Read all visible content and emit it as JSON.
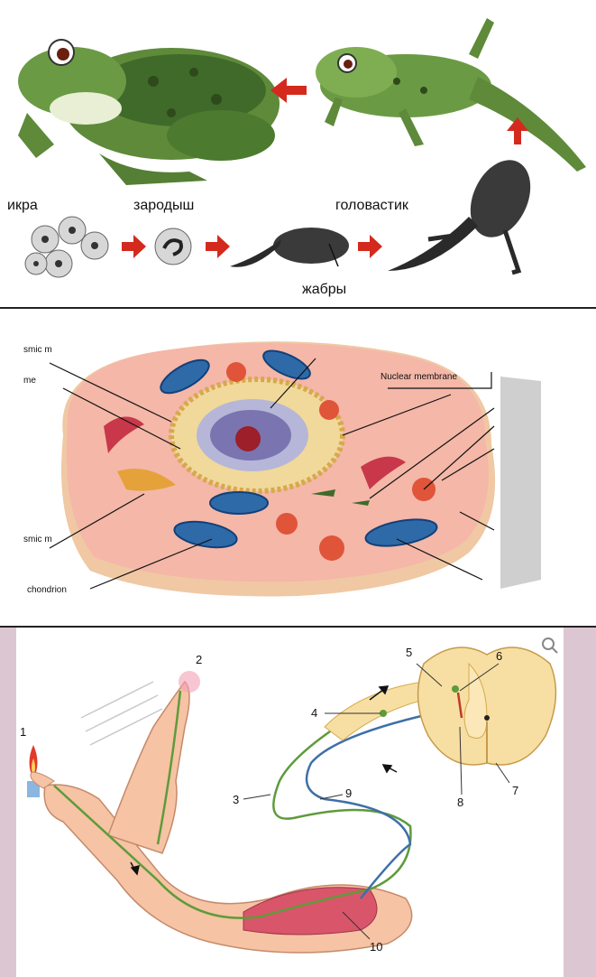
{
  "frog_panel": {
    "labels": {
      "eggs": "икра",
      "embryo": "зародыш",
      "tadpole": "головастик",
      "gills": "жабры"
    }
  },
  "cell_panel": {
    "labels": {
      "nuclear_membrane": "Nuclear membrane",
      "smooth_er_top": "smic m",
      "me_fragment": "me",
      "rough_er_bottom": "smic m",
      "mitochondrion": "chondrion"
    }
  },
  "reflex_panel": {
    "numbers": [
      "1",
      "2",
      "3",
      "4",
      "5",
      "6",
      "7",
      "8",
      "9",
      "10"
    ]
  },
  "colors": {
    "arrow_red": "#d42a1e",
    "frog_green": "#5e8a3a",
    "cell_pink": "#f2b2a6",
    "mitochondria_blue": "#2e6aa8",
    "reflex_background": "#e9dbe3",
    "spinal_cord": "#f7dfa3",
    "sensory_nerve": "#5e9b3b",
    "motor_nerve": "#3e6fa8"
  },
  "icons": [
    "zoom-icon"
  ]
}
